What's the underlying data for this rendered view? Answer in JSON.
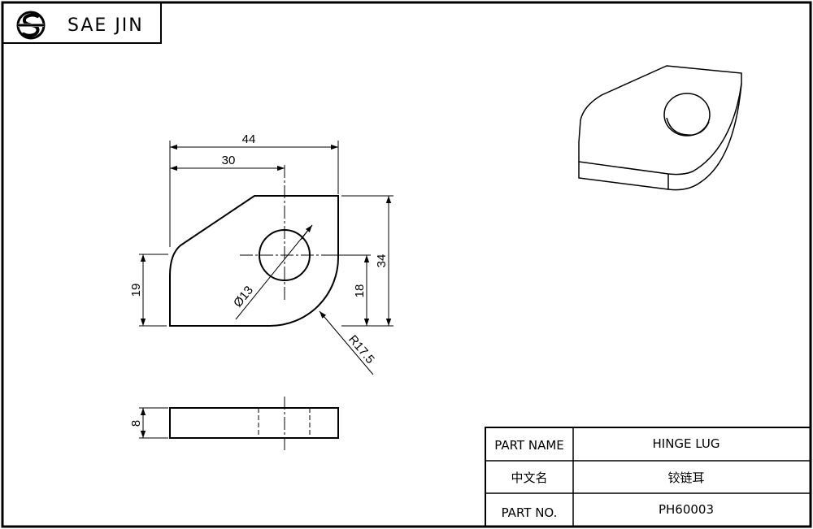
{
  "brand": {
    "name": "SAE JIN"
  },
  "drawing": {
    "dimensions": {
      "overall_width": "44",
      "hole_center_x": "30",
      "overall_height": "34",
      "hole_center_y": "18",
      "left_edge_height": "19",
      "hole_diameter": "Ø13",
      "corner_radius": "R17.5",
      "thickness": "8"
    }
  },
  "title_block": {
    "rows": [
      {
        "label": "PART NAME",
        "value": "HINGE LUG"
      },
      {
        "label": "中文名",
        "value": "铰链耳"
      },
      {
        "label": "PART NO.",
        "value": "PH60003"
      }
    ]
  }
}
